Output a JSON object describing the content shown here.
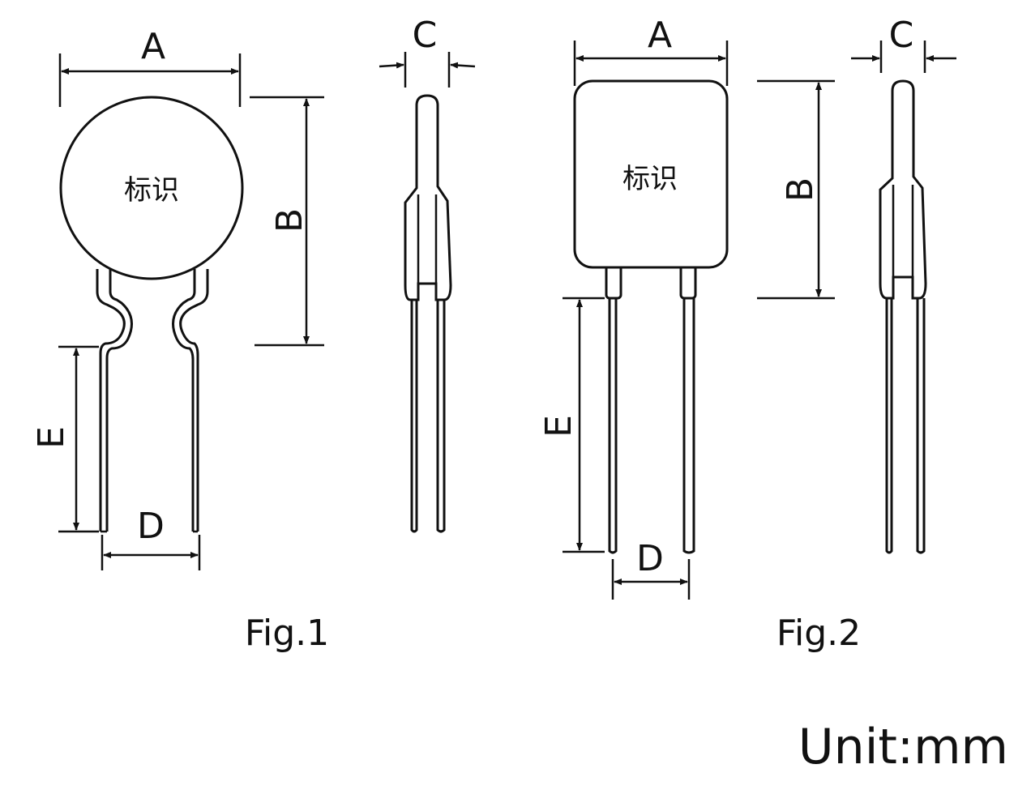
{
  "labels": {
    "dim_a": "A",
    "dim_b": "B",
    "dim_c": "C",
    "dim_d": "D",
    "dim_e": "E",
    "marking": "标识"
  },
  "figures": [
    {
      "caption": "Fig.1"
    },
    {
      "caption": "Fig.2"
    }
  ],
  "unit": "Unit:mm",
  "colors": {
    "line": "#111111",
    "background": "#ffffff"
  }
}
